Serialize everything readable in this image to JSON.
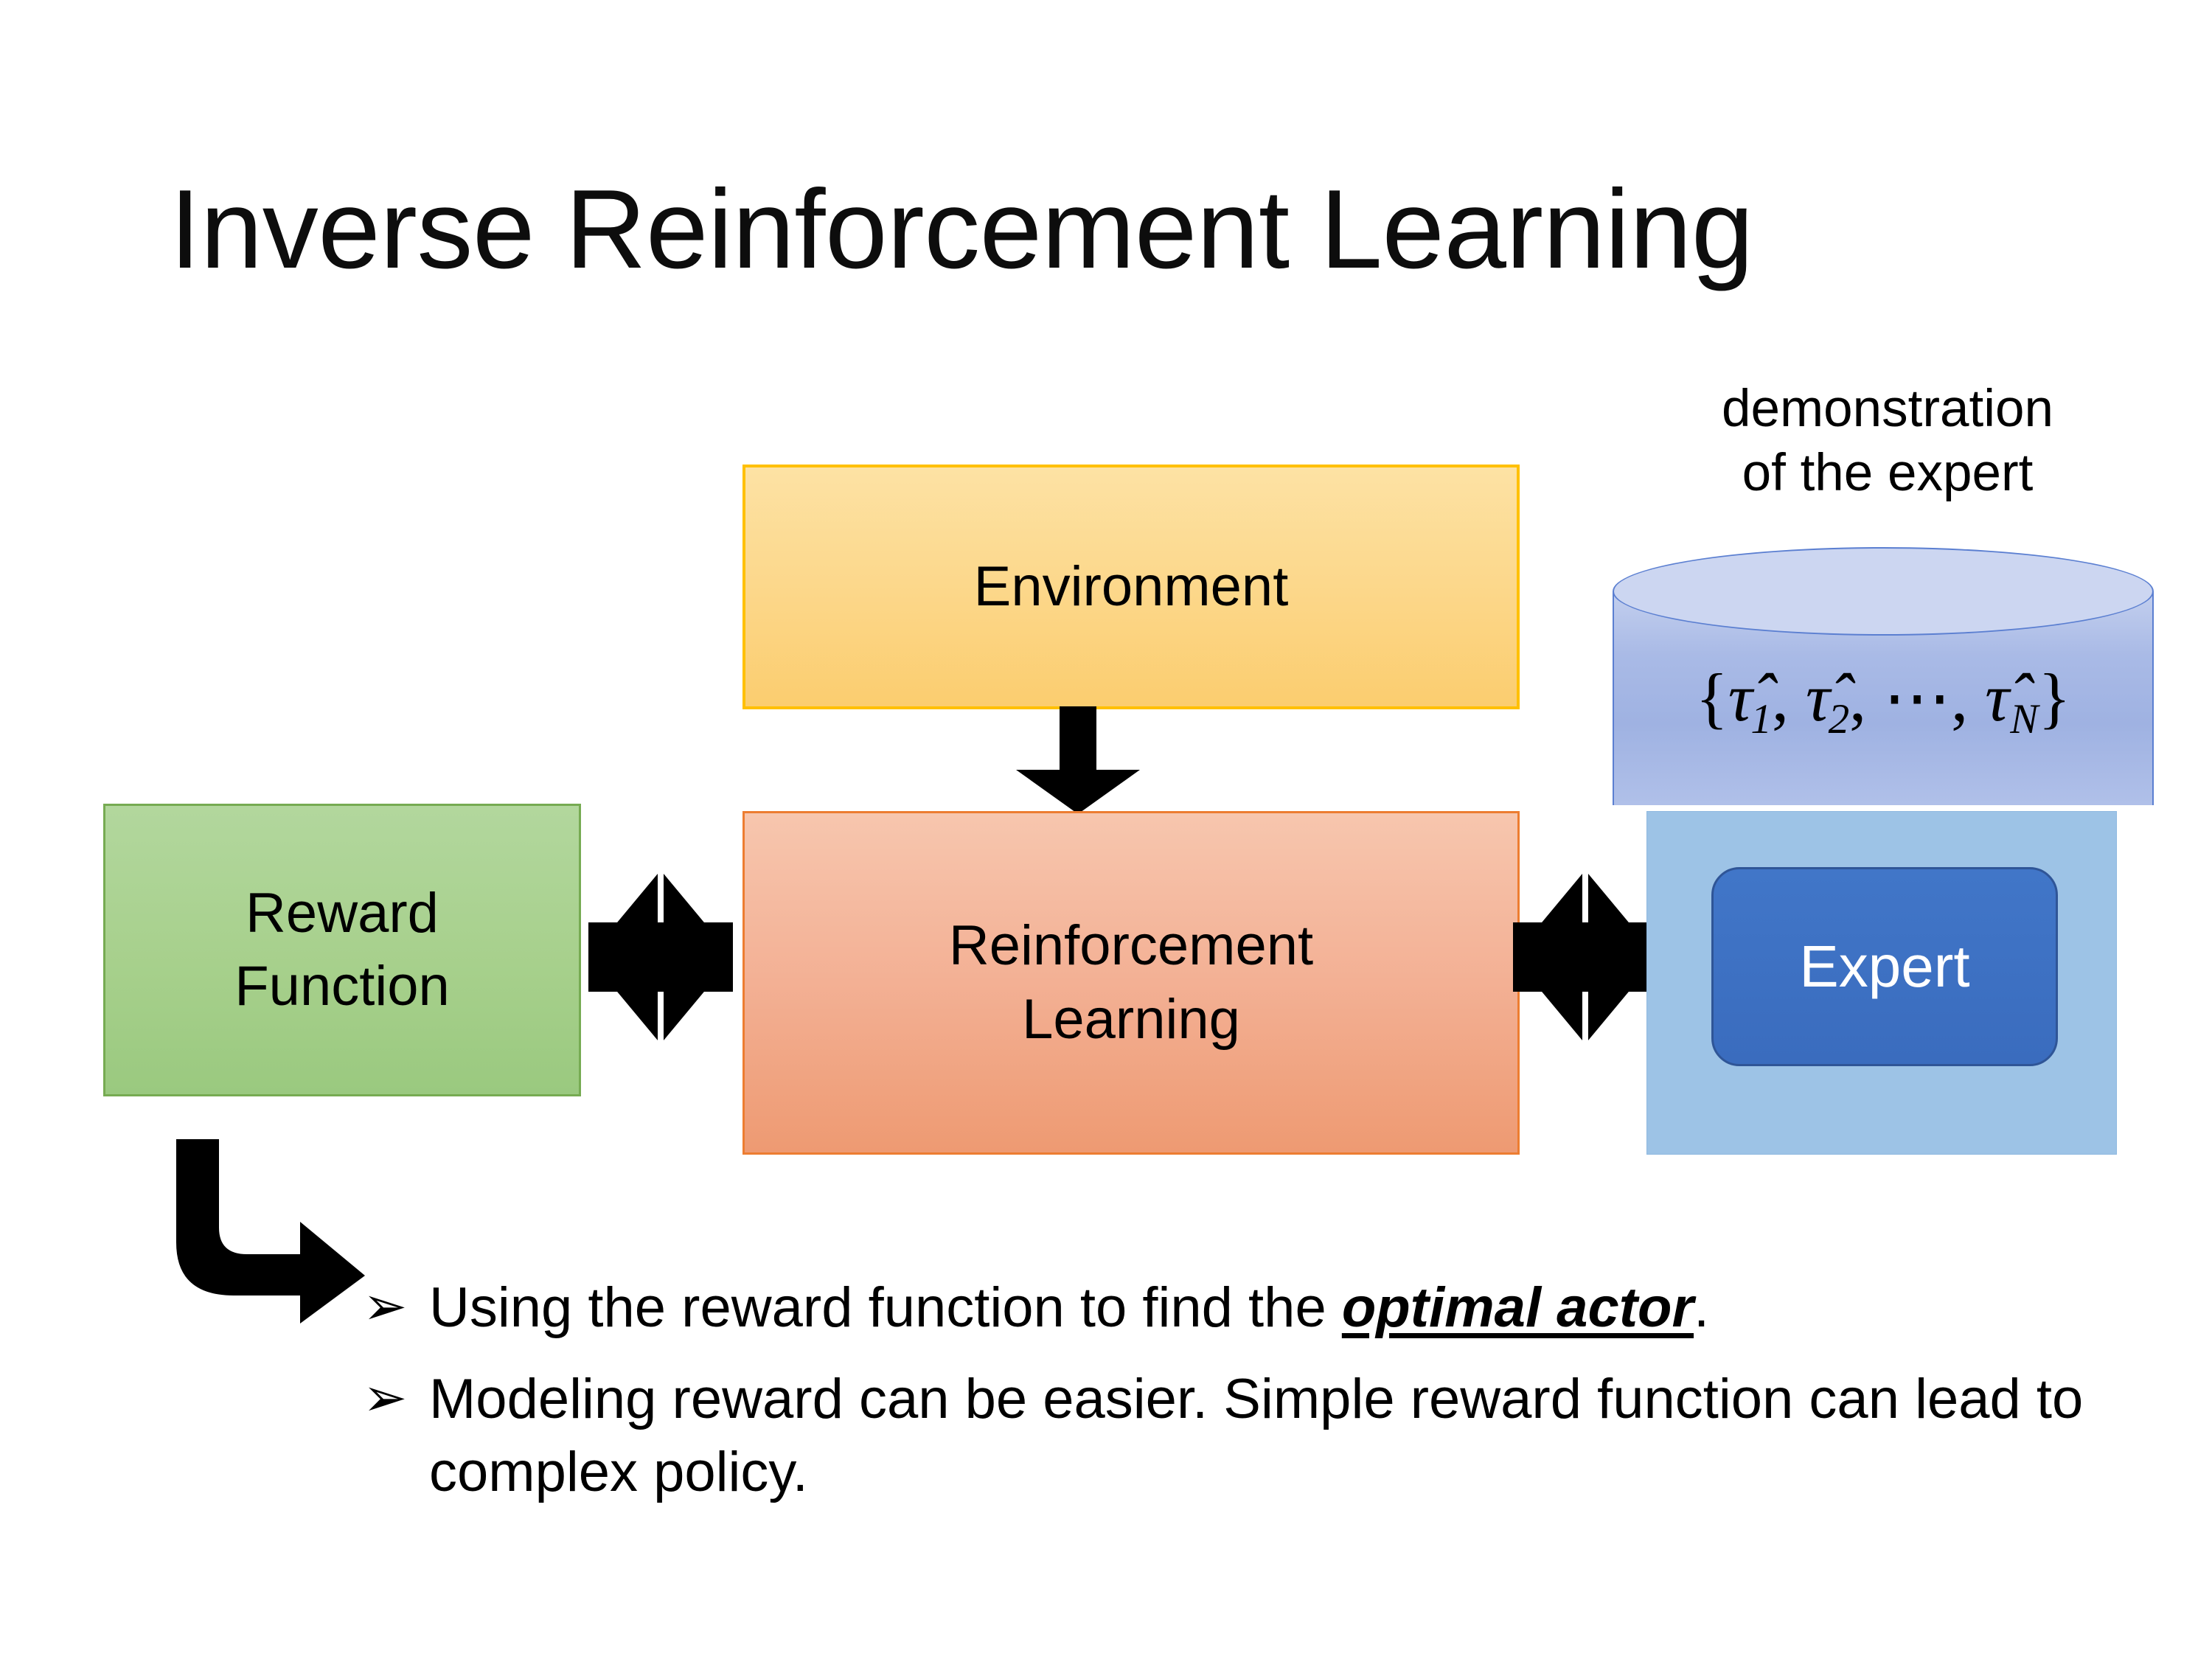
{
  "slide": {
    "title": "Inverse Reinforcement Learning",
    "background_color": "#FFFFFF"
  },
  "diagram": {
    "environment_box": {
      "label": "Environment",
      "fill_color": "#FBCF74",
      "border_color": "#FFC000"
    },
    "reinforcement_learning_box": {
      "label": "Reinforcement\nLearning",
      "fill_color": "#F3B094",
      "border_color": "#ED7D31"
    },
    "reward_function_box": {
      "label": "Reward\nFunction",
      "fill_color": "#A9D08E",
      "border_color": "#70AD47"
    },
    "demonstration_caption": "demonstration\nof the expert",
    "trajectory_set": {
      "open_brace": "{",
      "tau1": "τ̂",
      "sub1": "1",
      "comma1": ", ",
      "tau2": "τ̂",
      "sub2": "2",
      "comma2": ", ",
      "ellipsis": "⋯",
      "comma3": ", ",
      "tauN": "τ̂",
      "subN": "N",
      "close_brace": "}",
      "plain": "{τ̂1, τ̂2, ⋯, τ̂N}"
    },
    "expert_box": {
      "label": "Expert",
      "fill_color": "#3A6CBE",
      "text_color": "#FFFFFF"
    },
    "expert_panel_color": "#9DC3E6",
    "cylinder_color": "#9FB2E2",
    "arrows": {
      "environment_to_rl": "down-arrow",
      "reward_to_rl": "bidirectional-arrow",
      "rl_to_expert": "bidirectional-arrow",
      "reward_to_bullet": "elbow-arrow",
      "color": "#000000"
    }
  },
  "bullets": [
    {
      "marker": "➢",
      "text_before": "Using the reward function to find the ",
      "emphasis": "optimal actor",
      "text_after": "."
    },
    {
      "marker": "➢",
      "text_before": "Modeling reward can be easier. Simple reward function can lead to complex policy.",
      "emphasis": "",
      "text_after": ""
    }
  ]
}
